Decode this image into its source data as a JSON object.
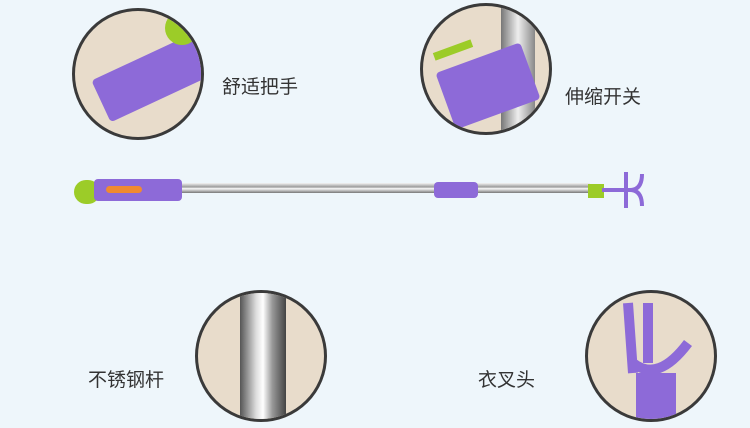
{
  "features": [
    {
      "label": "舒适把手"
    },
    {
      "label": "伸缩开关"
    },
    {
      "label": "不锈钢杆"
    },
    {
      "label": "衣叉头"
    }
  ],
  "colors": {
    "background": "#eef6fb",
    "grip": "#8d6ad8",
    "accent": "#9ccc28"
  }
}
